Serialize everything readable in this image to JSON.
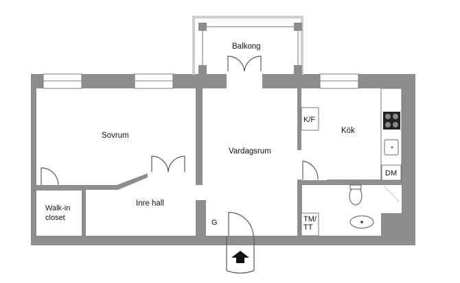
{
  "rooms": {
    "balkong": "Balkong",
    "sovrum": "Sovrum",
    "vardagsrum": "Vardagsrum",
    "kok": "Kök",
    "kf": "K/F",
    "dm": "DM",
    "inre_hall": "Inre hall",
    "walk_in_line1": "Walk-in",
    "walk_in_line2": "closet",
    "g": "G",
    "tm_line1": "TM/",
    "tm_line2": "TT"
  },
  "colors": {
    "wall": "#8d8d8d",
    "floor": "#ffffff",
    "line": "#5a5a5a",
    "arrow": "#111111"
  },
  "icons": [
    "entrance-arrow-icon",
    "stove-icon",
    "sink-icon",
    "toilet-icon",
    "washbasin-icon"
  ]
}
